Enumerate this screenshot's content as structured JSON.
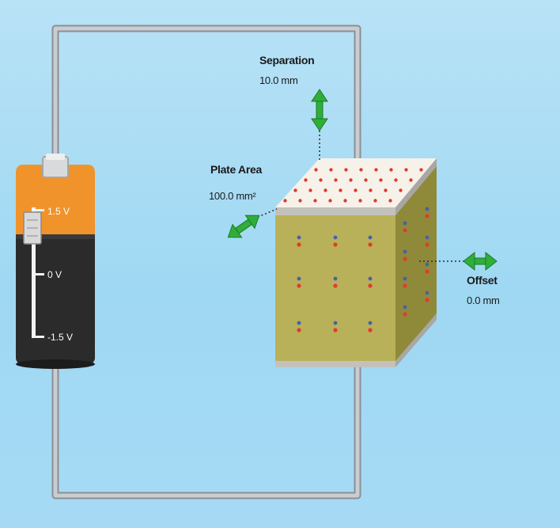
{
  "battery": {
    "top_voltage": "1.5 V",
    "mid_voltage": "0 V",
    "bottom_voltage": "-1.5 V"
  },
  "separation": {
    "label": "Separation",
    "value": "10.0 mm"
  },
  "plate_area": {
    "label": "Plate Area",
    "value": "100.0 mm²"
  },
  "offset": {
    "label": "Offset",
    "value": "0.0 mm"
  },
  "colors": {
    "background": "#a6daf4",
    "wire": "#b9bcc1",
    "battery_top": "#f0932b",
    "battery_body": "#2b2b2b",
    "dielectric": "#b8b159",
    "handle": "#2fae3a",
    "positive_charge": "#e23b2e",
    "negative_charge": "#4a5fa8"
  }
}
